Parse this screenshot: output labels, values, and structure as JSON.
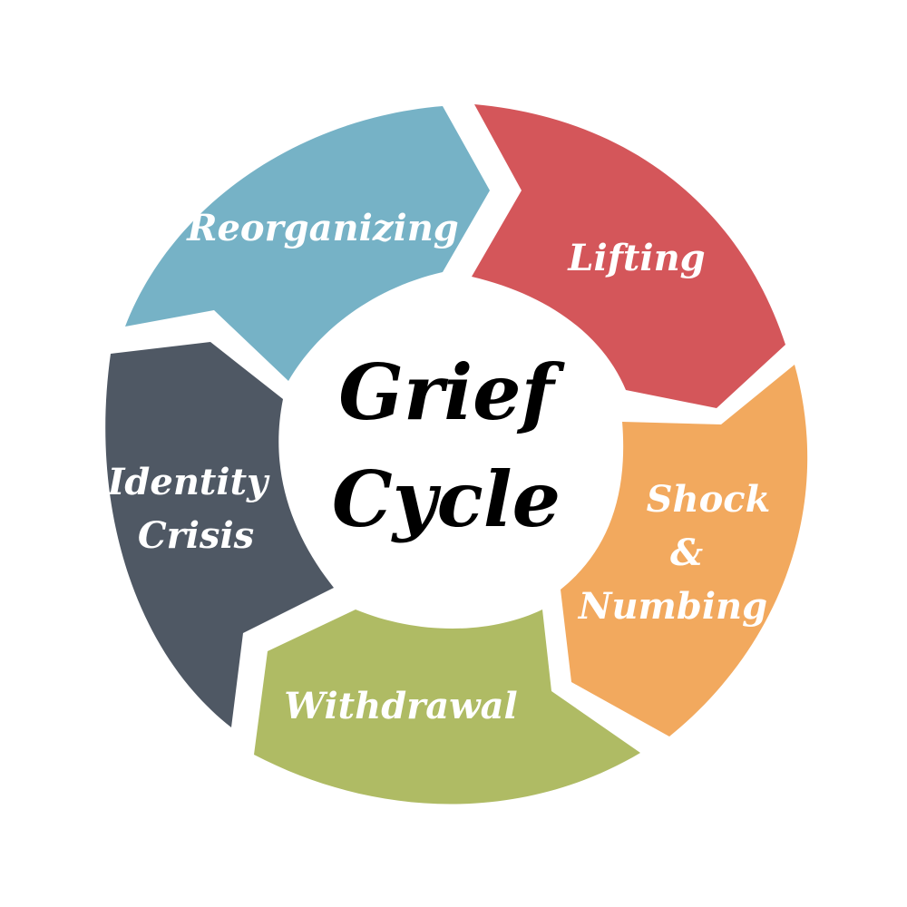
{
  "diagram": {
    "center_title": {
      "line1": "Grief",
      "line2": "Cycle"
    },
    "stages": [
      {
        "id": "reorganizing",
        "label_lines": [
          "Reorganizing"
        ],
        "color": "#76b2c6"
      },
      {
        "id": "lifting",
        "label_lines": [
          "Lifting"
        ],
        "color": "#d4565a"
      },
      {
        "id": "shock-numbing",
        "label_lines": [
          "Shock",
          "&",
          "Numbing"
        ],
        "color": "#f2a95e"
      },
      {
        "id": "withdrawal",
        "label_lines": [
          "Withdrawal"
        ],
        "color": "#afbb64"
      },
      {
        "id": "identity-crisis",
        "label_lines": [
          "Identity",
          "Crisis"
        ],
        "color": "#4f5864"
      }
    ]
  }
}
